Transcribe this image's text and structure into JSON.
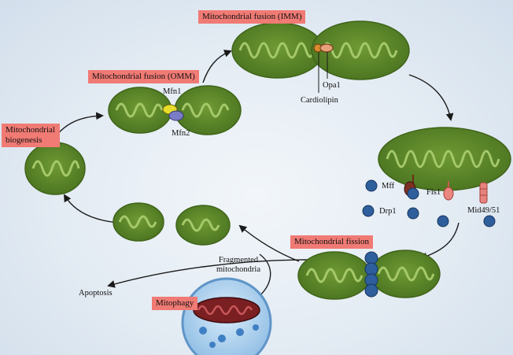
{
  "labels": {
    "fusion_imm": "Mitochondrial fusion (IMM)",
    "fusion_omm": "Mitochondrial fusion (OMM)",
    "biogenesis": "Mitochondrial biogenesis",
    "fission": "Mitochondrial fission",
    "mitophagy": "Mitophagy",
    "mfn1": "Mfn1",
    "mfn2": "Mfn2",
    "opa1": "Opa1",
    "cardiolipin": "Cardiolipin",
    "mff": "Mff",
    "fis1": "Fis1",
    "drp1": "Drp1",
    "mid49_51": "Mid49/51",
    "fragmented_line1": "Fragmented",
    "fragmented_line2": "mitochondria",
    "apoptosis": "Apoptosis"
  },
  "colors": {
    "label_box": "#f07a74",
    "mitochondrion": "#5b8428",
    "cristae": "#a5c96a",
    "drp1": "#2f5e9c",
    "mfn1": "#e8dd2a",
    "mfn2": "#7b7cc7",
    "background": "#e3ebf3"
  },
  "icons": [
    "mitochondrion",
    "drp1-molecule",
    "autophagosome",
    "arrow"
  ]
}
